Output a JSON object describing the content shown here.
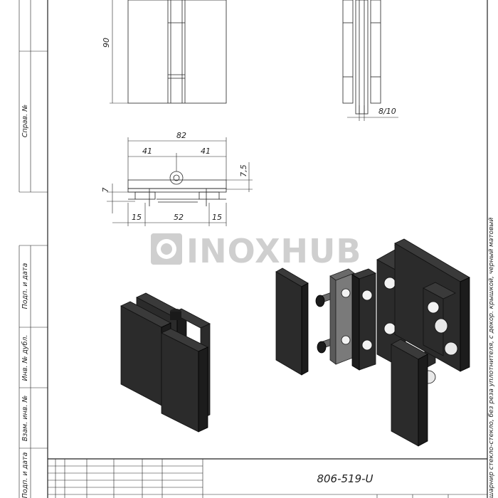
{
  "dimensions": {
    "height": "90",
    "thickness": "8/10",
    "overall_width": "82",
    "half_left": "41",
    "half_right": "41",
    "plate_offset": "7,5",
    "base_offset": "7",
    "edge_left": "15",
    "gap": "52",
    "edge_right": "15"
  },
  "watermark": "INOXHUB",
  "side_stamps": {
    "sprav": "Справ. №",
    "podp_data_1": "Подп. и дата",
    "inv_dubl": "Инв. № дубл.",
    "vzam_inv": "Взам. инв. №",
    "podp_data_2": "Подп. и дата"
  },
  "right_note": "шарнир стекло-стекло, без реза уплотнителя, с декор. крышкой, черный матовый",
  "title_block": {
    "code": "806-519-U"
  }
}
